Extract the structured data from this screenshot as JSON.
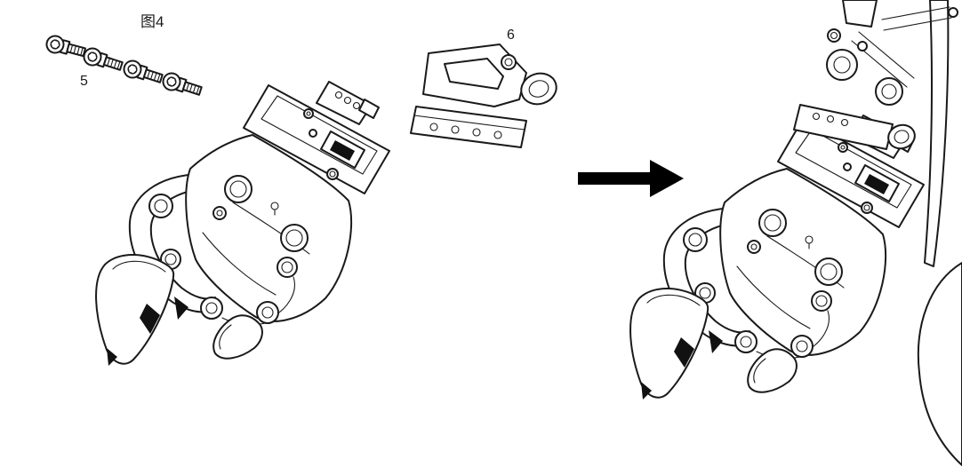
{
  "figure": {
    "title": "图4",
    "callouts": [
      {
        "label": "5",
        "part": "socket-head-cap-screws"
      },
      {
        "label": "6",
        "part": "mounting-bracket"
      }
    ]
  },
  "colors": {
    "line": "#1a1a1a",
    "shade": "#111111",
    "arrow": "#000000",
    "background": "#ffffff"
  }
}
